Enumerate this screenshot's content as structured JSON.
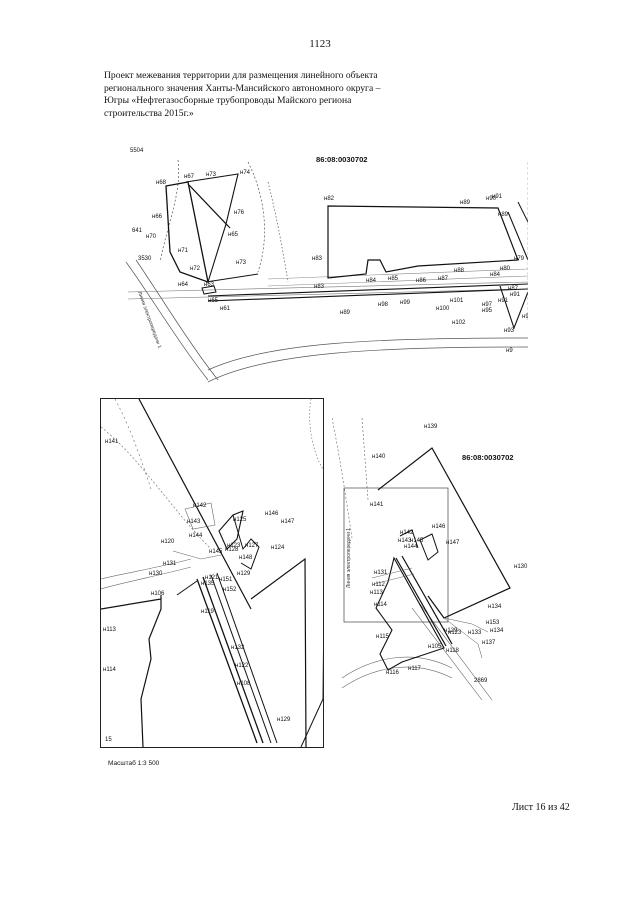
{
  "page_number": "1123",
  "caption_lines": [
    "Проект межевания территории для размещения линейного объекта",
    "регионального значения Ханты-Мансийского автономного округа –",
    "Югры «Нефтегазосборные трубопроводы Майского региона",
    "строительства 2015г.»"
  ],
  "top_map": {
    "cadastral": "86:08:0030702",
    "road_label": "Линия электропередачи 1",
    "labels": [
      "5504",
      "н67",
      "н73",
      "н74",
      "н68",
      "н66",
      "н76",
      "641",
      "н70",
      "н65",
      "н71",
      "3530",
      "н72",
      "н73",
      "н64",
      "н63",
      "н65",
      "н61",
      "н82",
      "н83",
      "н83",
      "н84",
      "н85",
      "н86",
      "н87",
      "н88",
      "н89",
      "н90",
      "н91",
      "н89",
      "н79",
      "н80",
      "н84",
      "н87",
      "н91",
      "н91",
      "н93",
      "н92",
      "н9",
      "н89",
      "н98",
      "н99",
      "н100",
      "н101",
      "н102",
      "н95",
      "н97"
    ]
  },
  "detail_map": {
    "labels": [
      "н141",
      "н142",
      "н143",
      "н144",
      "н145",
      "н146",
      "н147",
      "н125",
      "н123",
      "н124",
      "н128",
      "н129",
      "н120",
      "н131",
      "н130",
      "н135",
      "н151",
      "н152",
      "н121",
      "н127",
      "н148",
      "н106",
      "н113",
      "н119",
      "н132",
      "н122",
      "н108",
      "н114",
      "н129",
      "15"
    ]
  },
  "overview_map": {
    "cadastral": "86:08:0030702",
    "road_label": "Линия электропередачи 1",
    "labels": [
      "н139",
      "н140",
      "н141",
      "н142",
      "н143",
      "н144",
      "н145",
      "н146",
      "н147",
      "н130",
      "н131",
      "н134",
      "н153",
      "н133",
      "н134",
      "н137",
      "н129",
      "н118",
      "н105",
      "н123",
      "н115",
      "н117",
      "н116",
      "н114",
      "н112",
      "н113",
      "2869"
    ]
  },
  "scale_label": "Масштаб 1:3 500",
  "sheet_label": "Лист 16  из 42"
}
